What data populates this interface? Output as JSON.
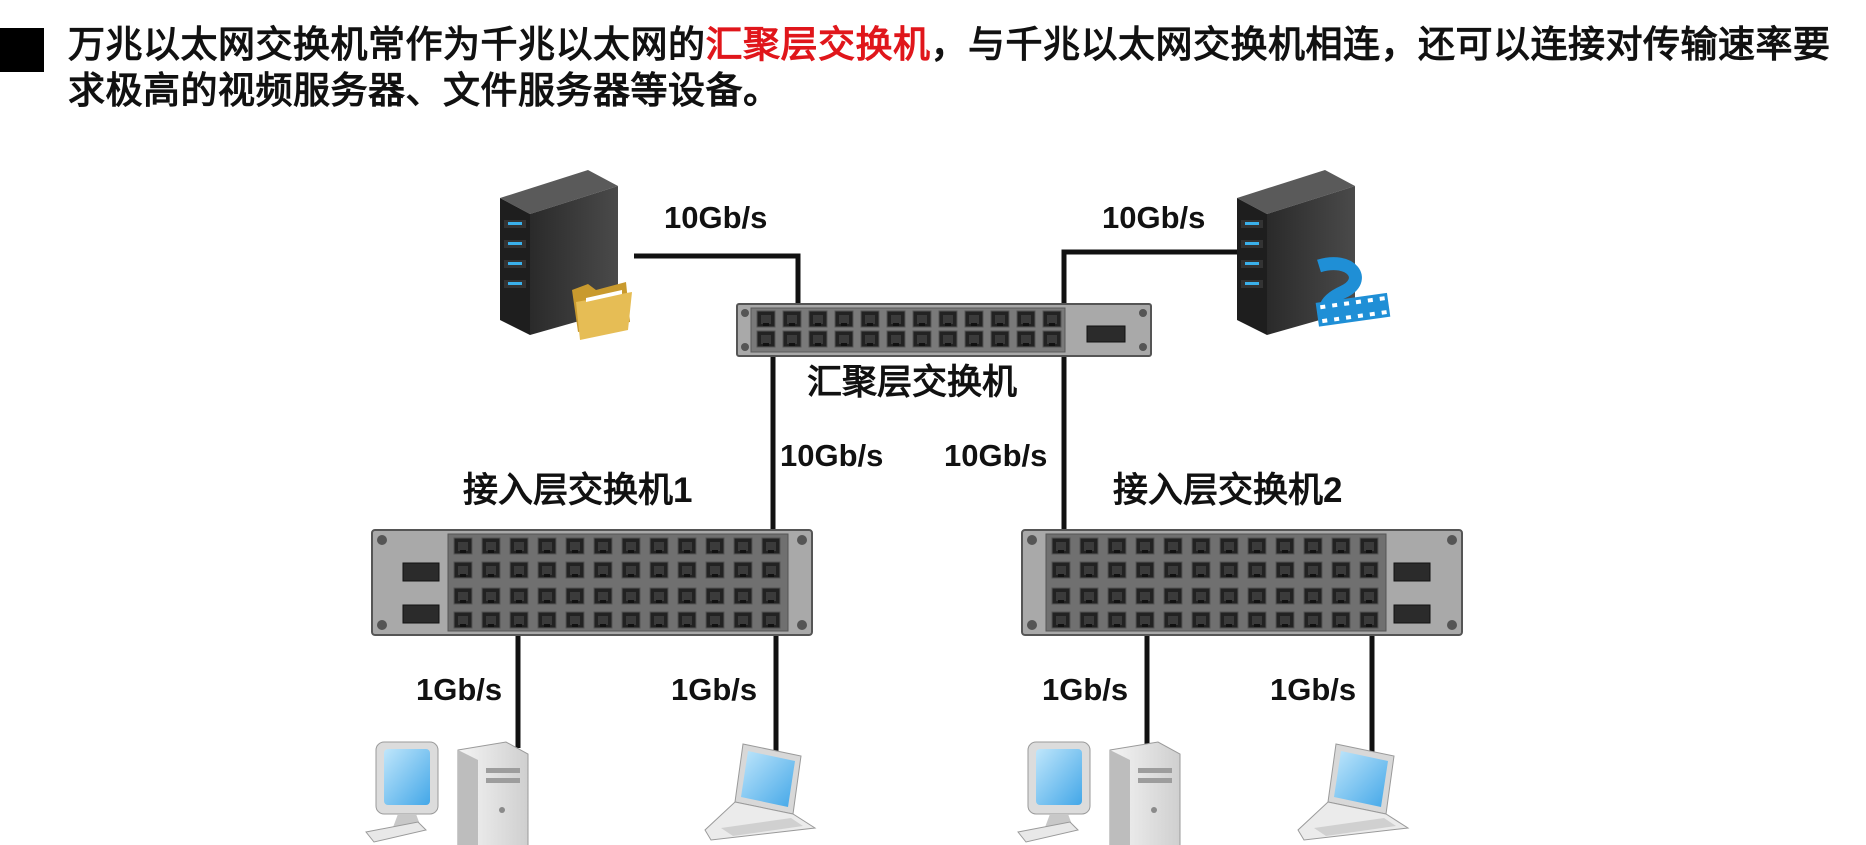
{
  "heading": {
    "part1": "万兆以太网交换机常作为千兆以太网的",
    "highlight": "汇聚层交换机",
    "part2": "，与千兆以太网交换机相连，还可以连接对传输速率要求极高的视频服务器、文件服务器等设备。",
    "highlight_color": "#e0161b"
  },
  "diagram": {
    "aggregation_switch_label": "汇聚层交换机",
    "access_switch_1_label": "接入层交换机1",
    "access_switch_2_label": "接入层交换机2",
    "link_file_server": "10Gb/s",
    "link_video_server": "10Gb/s",
    "link_access_1": "10Gb/s",
    "link_access_2": "10Gb/s",
    "link_desktop_1": "1Gb/s",
    "link_laptop_1": "1Gb/s",
    "link_desktop_2": "1Gb/s",
    "link_laptop_2": "1Gb/s"
  },
  "icons": {
    "file_server": "server-folder-icon",
    "video_server": "server-film-icon",
    "desktop": "desktop-pc-icon",
    "laptop": "laptop-icon"
  },
  "colors": {
    "line": "#111111",
    "switch_body": "#a9a9a9",
    "port_light": "#3ab0ea"
  }
}
